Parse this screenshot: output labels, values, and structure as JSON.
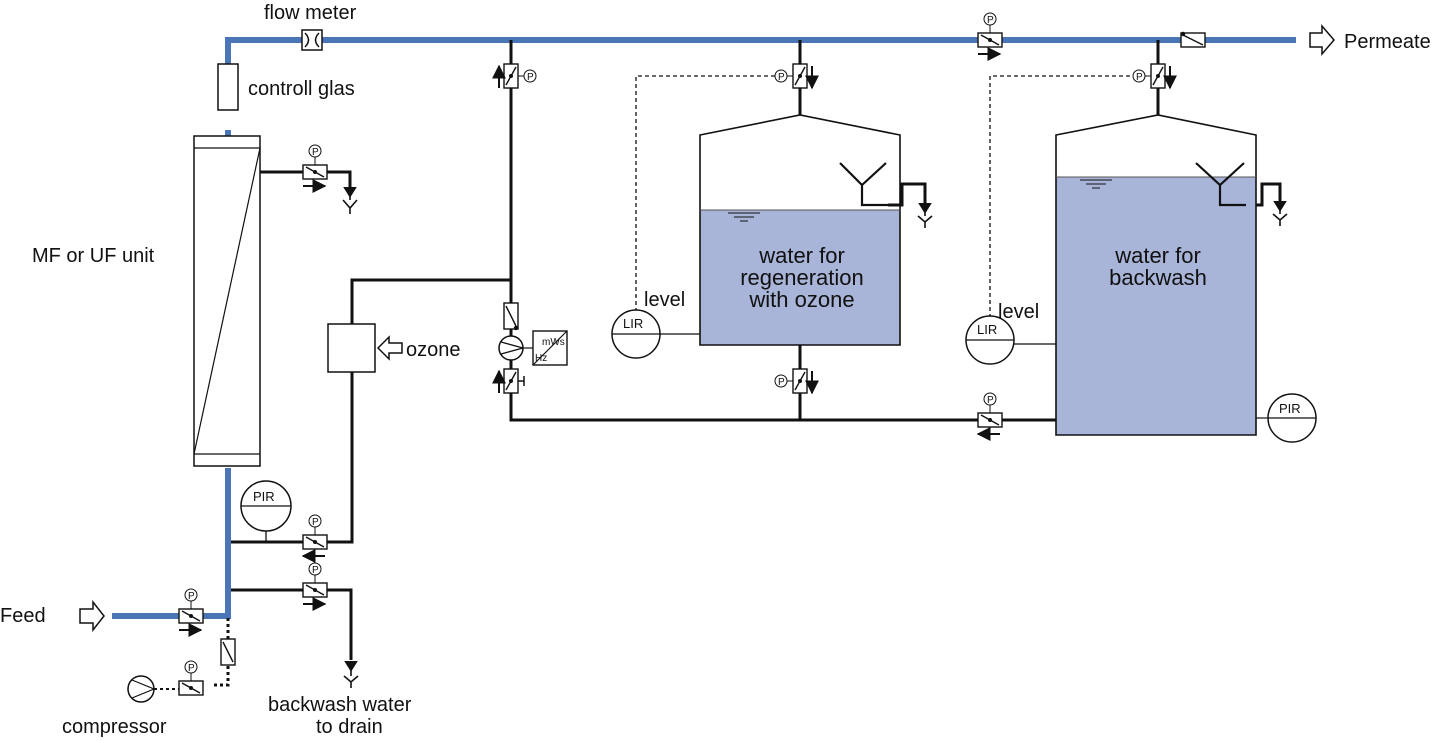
{
  "labels": {
    "flow_meter": "flow meter",
    "controll_glas": "controll glas",
    "mf_uf_unit": "MF or UF unit",
    "ozone": "ozone",
    "feed": "Feed",
    "compressor": "compressor",
    "backwash_drain_line1": "backwash water",
    "backwash_drain_line2": "to drain",
    "permeate": "Permeate",
    "level_left": "level",
    "level_right": "level"
  },
  "tanks": {
    "regeneration": {
      "line1": "water for",
      "line2": "regeneration",
      "line3": "with ozone"
    },
    "backwash": {
      "line1": "water for",
      "line2": "backwash"
    }
  },
  "instruments": {
    "lir_left": "LIR",
    "lir_right": "LIR",
    "pir_module": "PIR",
    "pir_backwash": "PIR",
    "pressure_symbol": "P",
    "pump_unit_top": "mWs",
    "pump_unit_bottom": "Hz"
  },
  "colors": {
    "main_pipe": "#4a76b8",
    "line": "#111111",
    "water_fill": "#a9b5d8"
  }
}
